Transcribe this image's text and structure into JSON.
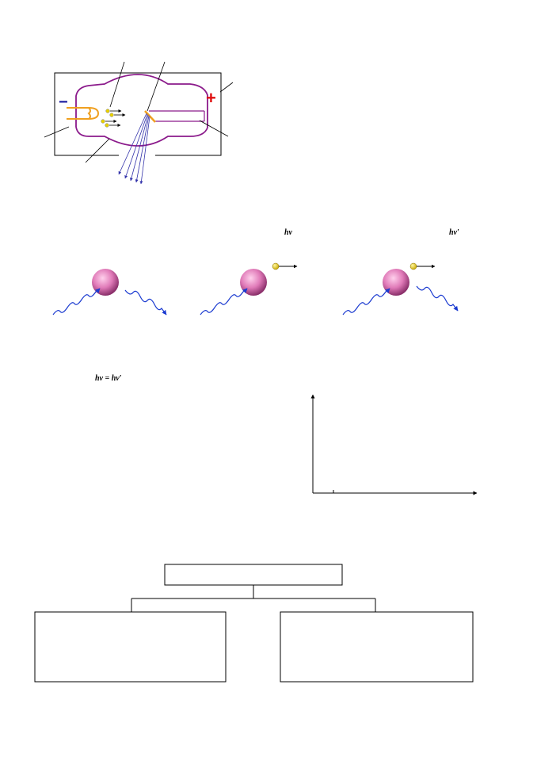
{
  "xray_tube": {
    "minus_sign": "−",
    "plus_sign": "+",
    "colors": {
      "tube_outline": "#8b1a8b",
      "filament": "#f0a020",
      "electron": "#e8d000",
      "xray": "#3333aa",
      "minus": "#1a1aa0",
      "plus": "#e01010"
    }
  },
  "scattering": {
    "incident_label": "hν",
    "scattered_label": "hν′",
    "equation": "hν = hν′",
    "colors": {
      "atom": "#e07ab8",
      "wave": "#1a3ad0",
      "electron": "#e8d000"
    }
  },
  "flowchart": {
    "top_box": "",
    "left_box": "",
    "right_box": ""
  }
}
